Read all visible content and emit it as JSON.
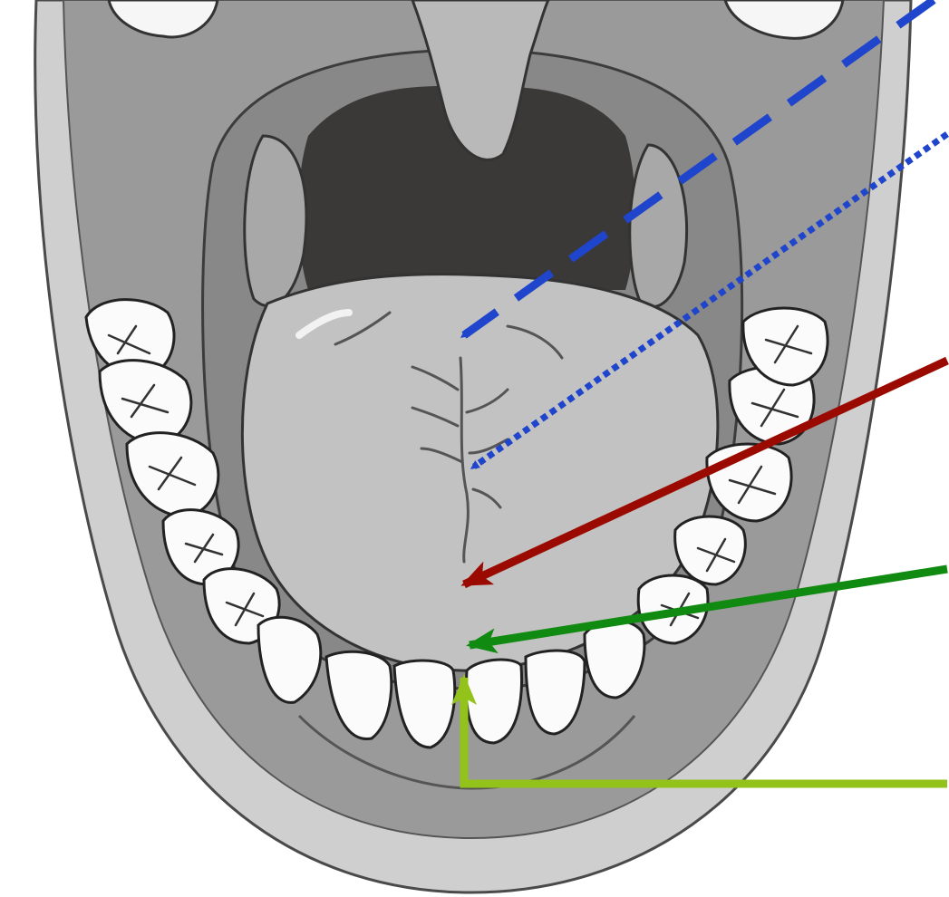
{
  "figure": {
    "subject": "open-mouth-anatomy",
    "labels_visible": false
  },
  "arrows": [
    {
      "id": "arrow-blue-dashed",
      "color": "#1f45cc",
      "style": "dashed"
    },
    {
      "id": "arrow-blue-dotted",
      "color": "#1f45cc",
      "style": "dotted"
    },
    {
      "id": "arrow-dark-red",
      "color": "#9b0a00",
      "style": "solid"
    },
    {
      "id": "arrow-green",
      "color": "#108a10",
      "style": "solid"
    },
    {
      "id": "arrow-lime",
      "color": "#93c31a",
      "style": "solid-elbow"
    }
  ],
  "colors": {
    "background": "#ffffff",
    "face": "#c9c9c9",
    "cavity": "#8f8f8f",
    "throat": "#3b3838",
    "tongue": "#bcbcbc",
    "teeth": "#fbfbfb",
    "outline": "#4a4a4a"
  }
}
